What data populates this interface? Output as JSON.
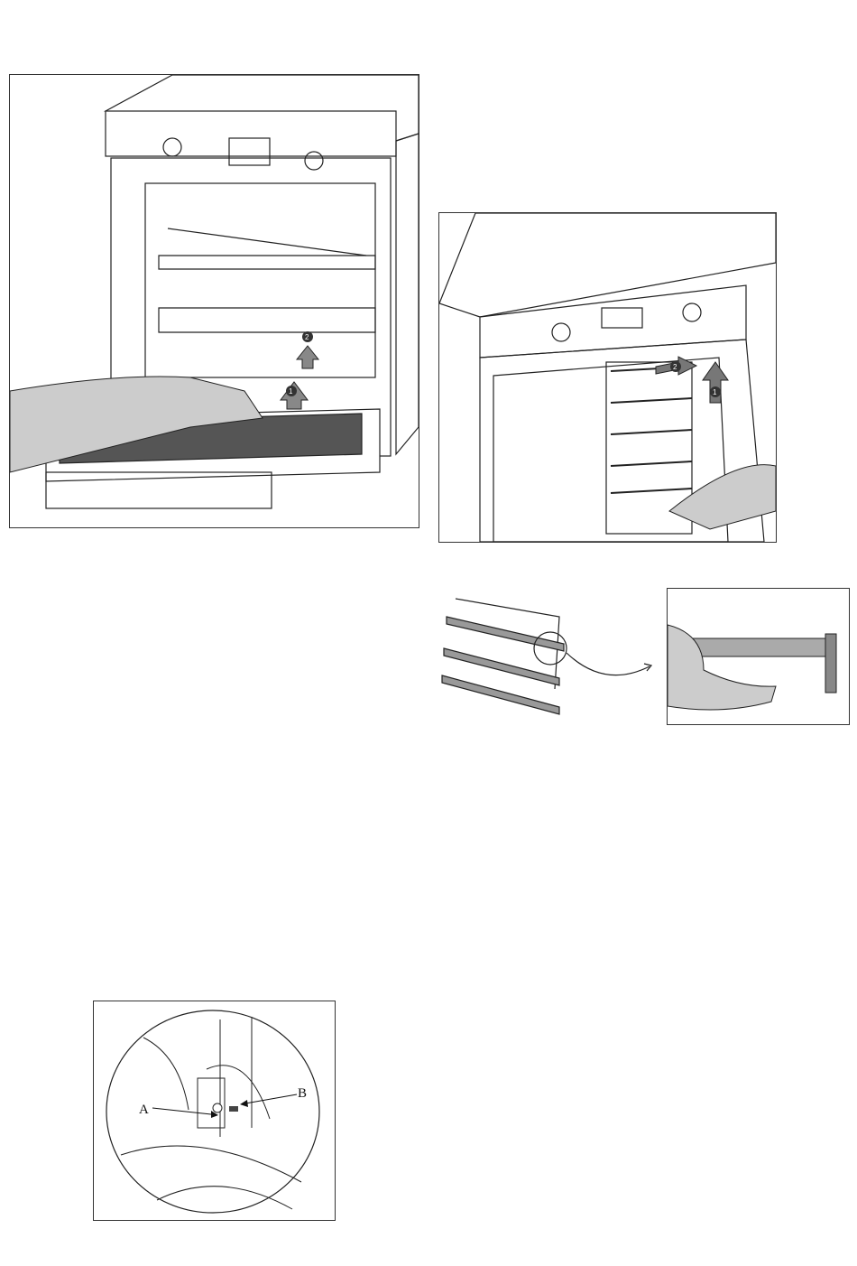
{
  "figures": {
    "fig1": {
      "step_labels": [
        "1",
        "2"
      ]
    },
    "fig2": {
      "step_labels": [
        "1",
        "2"
      ]
    },
    "fig5": {
      "label_a": "A",
      "label_b": "B"
    }
  }
}
